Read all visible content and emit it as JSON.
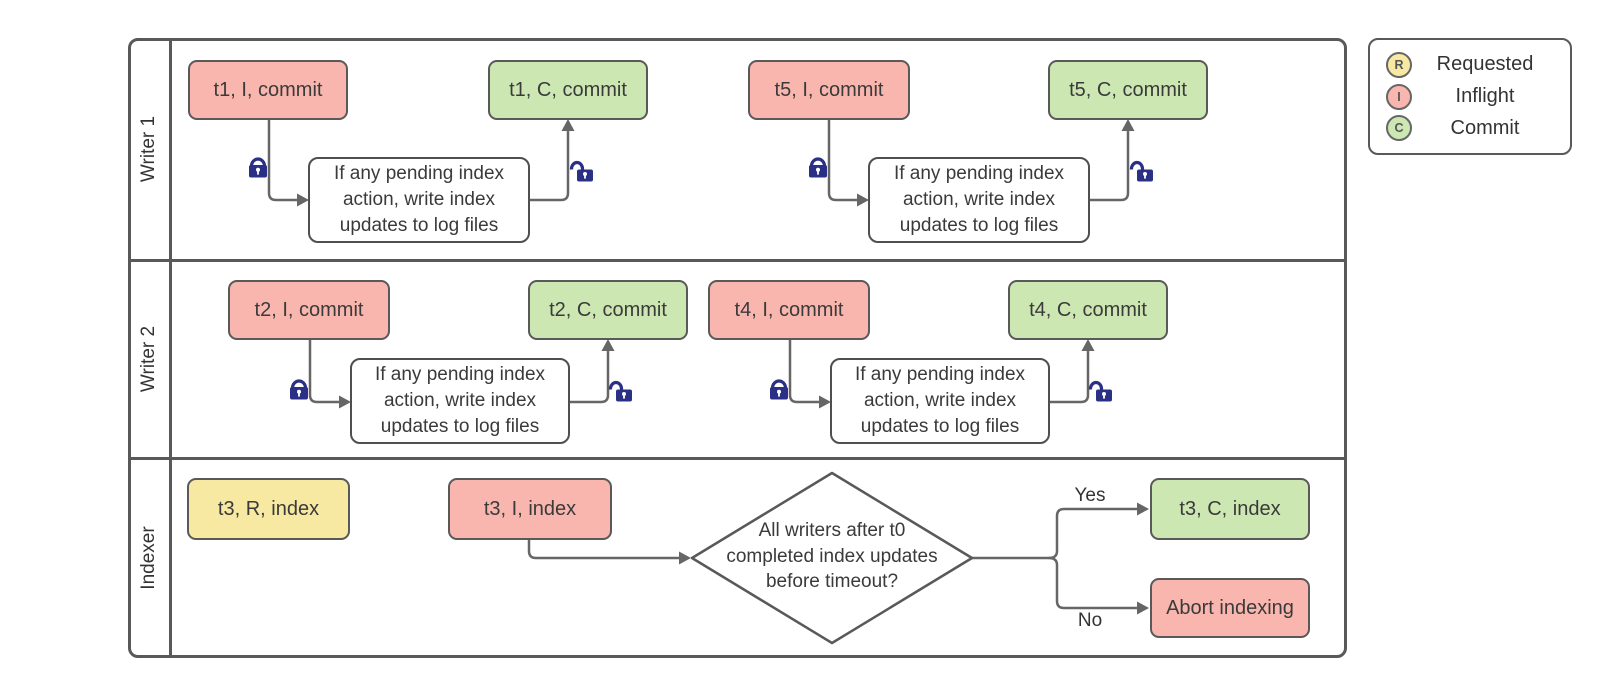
{
  "colors": {
    "requested_fill": "#f7e9a2",
    "inflight_fill": "#f9b6ae",
    "commit_fill": "#cce7b2",
    "shape_border": "#595959",
    "connector": "#666666",
    "lock": "#2b3087",
    "text": "#333333"
  },
  "lanes": [
    {
      "label": "Writer 1"
    },
    {
      "label": "Writer 2"
    },
    {
      "label": "Indexer"
    }
  ],
  "nodes": {
    "t1_inflight": "t1, I, commit",
    "t1_commit": "t1, C, commit",
    "t5_inflight": "t5, I, commit",
    "t5_commit": "t5, C, commit",
    "t2_inflight": "t2, I, commit",
    "t2_commit": "t2, C, commit",
    "t4_inflight": "t4, I, commit",
    "t4_commit": "t4, C, commit",
    "t3_requested": "t3, R, index",
    "t3_inflight": "t3, I, index",
    "t3_commit": "t3, C, index",
    "abort": "Abort indexing",
    "action": "If any pending index action, write index updates to log files",
    "decision": "All writers after t0 completed index updates before timeout?"
  },
  "branches": {
    "yes": "Yes",
    "no": "No"
  },
  "legend": {
    "items": [
      {
        "letter": "R",
        "label": "Requested"
      },
      {
        "letter": "I",
        "label": "Inflight"
      },
      {
        "letter": "C",
        "label": "Commit"
      }
    ]
  }
}
